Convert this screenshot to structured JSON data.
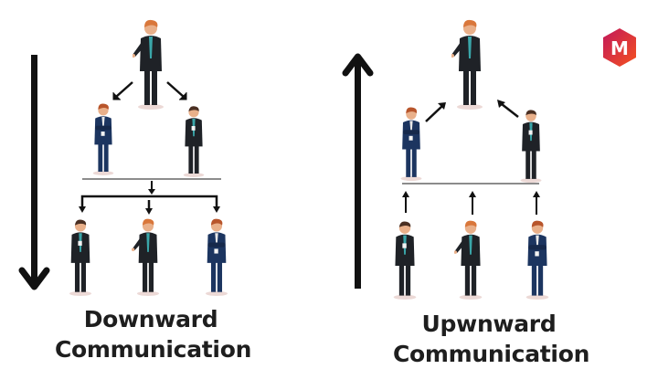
{
  "diagram": {
    "left": {
      "title_line1": "Downward",
      "title_line2": "Communication",
      "direction": "down"
    },
    "right": {
      "title_line1": "Upwnward",
      "title_line2": "Communication",
      "direction": "up"
    }
  },
  "logo": {
    "letter": "M",
    "color_start": "#c2185b",
    "color_end": "#f4511e"
  },
  "colors": {
    "arrow": "#111111",
    "line": "#555555",
    "suit_black": "#1f2227",
    "suit_navy": "#1c3560",
    "tie": "#3aa6a9",
    "skin": "#e9b08a",
    "hair_orange": "#d9773b",
    "hair_dark": "#4a2f22",
    "shadow": "#ecd9d6"
  }
}
